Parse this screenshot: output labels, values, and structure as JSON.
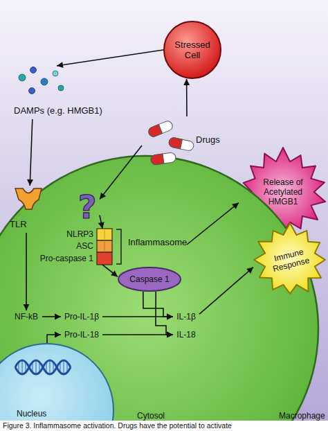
{
  "diagram": {
    "caption": "Figure 3. Inflammasome activation. Drugs have the potential to activate",
    "nodes": [
      {
        "text": [
          "Stressed Cell"
        ]
      },
      {
        "text": [
          "DAMPs (e.g. HMGB1)"
        ]
      },
      {
        "text": [
          "Drugs"
        ]
      },
      {
        "text": [
          "TLR"
        ]
      },
      {
        "text": [
          "Release of Acetylated HMGB1"
        ]
      },
      {
        "text": [
          "Cytosol",
          "Macrophage"
        ]
      },
      {
        "text": [
          "?"
        ],
        "in": 5
      },
      {
        "text": [
          "Inflammasome"
        ],
        "in": 5
      },
      {
        "text": [
          "NLRP3"
        ],
        "in": 7
      },
      {
        "text": [
          "ASC"
        ],
        "in": 7
      },
      {
        "text": [
          "Pro-caspase 1"
        ],
        "in": 7
      },
      {
        "text": [
          "Immune Response"
        ]
      },
      {
        "text": [
          "Caspase 1"
        ],
        "in": 5
      },
      {
        "text": [
          "NF-kB"
        ],
        "in": 5
      },
      {
        "text": [
          "Pro-IL-1β"
        ],
        "in": 5
      },
      {
        "text": [
          "IL-1β"
        ],
        "in": 5
      },
      {
        "text": [
          "Pro-IL-18"
        ],
        "in": 5
      },
      {
        "text": [
          "IL-18"
        ],
        "in": 5
      },
      {
        "text": [
          "Nucleus"
        ],
        "in": 5
      }
    ],
    "edges": [
      {
        "from": 0,
        "to": 1,
        "arrow": "to"
      },
      {
        "from": 2,
        "to": 0,
        "arrow": "to"
      },
      {
        "from": 1,
        "to": 3,
        "arrow": "to"
      },
      {
        "from": 2,
        "to": 6,
        "arrow": "to"
      },
      {
        "from": 6,
        "to": 8,
        "arrow": "to"
      },
      {
        "from": 10,
        "to": 12,
        "arrow": "to"
      },
      {
        "from": 7,
        "to": 4,
        "arrow": "to"
      },
      {
        "from": 3,
        "to": 13,
        "arrow": "to"
      },
      {
        "from": 13,
        "to": 14,
        "arrow": "to"
      },
      {
        "from": 18,
        "to": 16,
        "arrow": "to"
      },
      {
        "from": 14,
        "to": 15,
        "arrow": "to"
      },
      {
        "from": 16,
        "to": 17,
        "arrow": "to"
      },
      {
        "from": 12,
        "to": 15,
        "arrow": "to"
      },
      {
        "from": 12,
        "to": 17,
        "arrow": "to"
      },
      {
        "from": 15,
        "to": 11,
        "arrow": "to"
      }
    ]
  }
}
